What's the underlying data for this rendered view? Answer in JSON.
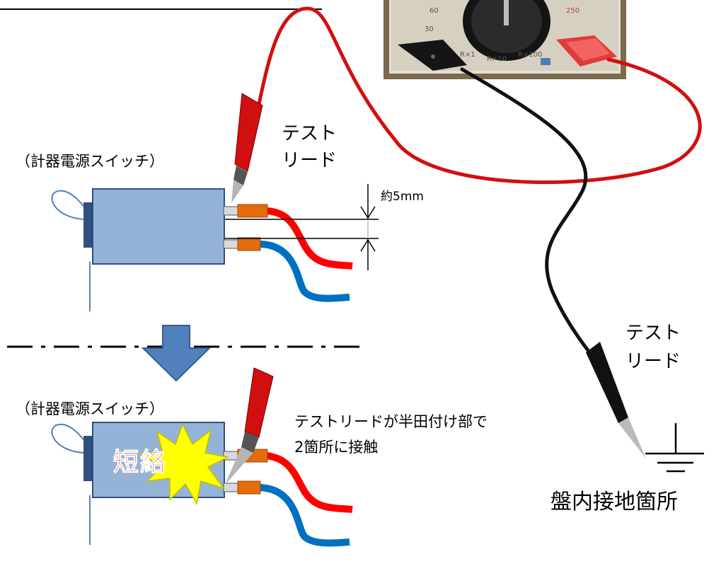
{
  "labels": {
    "switch_top": "（計器電源スイッチ）",
    "switch_bottom": "（計器電源スイッチ）",
    "test_lead_top_1": "テスト",
    "test_lead_top_2": "リード",
    "test_lead_right_1": "テスト",
    "test_lead_right_2": "リード",
    "gap_measure": "約5mm",
    "contact_note_1": "テストリードが半田付け部で",
    "contact_note_2": "2箇所に接触",
    "short_circuit": "短絡",
    "ground_point": "盤内接地箇所"
  },
  "meter": {
    "scale_labels": [
      "60",
      "30",
      "250",
      "R×1",
      "R×10",
      "R×100"
    ]
  },
  "colors": {
    "lead_red": "#d20f0f",
    "lead_black": "#111111",
    "switch_body": "#95b3d7",
    "switch_border": "#2f4f82",
    "wire_red": "#ff0000",
    "wire_blue": "#0070c0",
    "solder": "#e46c0a",
    "arrow_fill": "#4f81bd",
    "burst_fill": "#ffff00",
    "short_text": "#c00000"
  },
  "icons": [
    "ground-symbol-icon",
    "down-arrow-icon",
    "explosion-burst-icon"
  ]
}
